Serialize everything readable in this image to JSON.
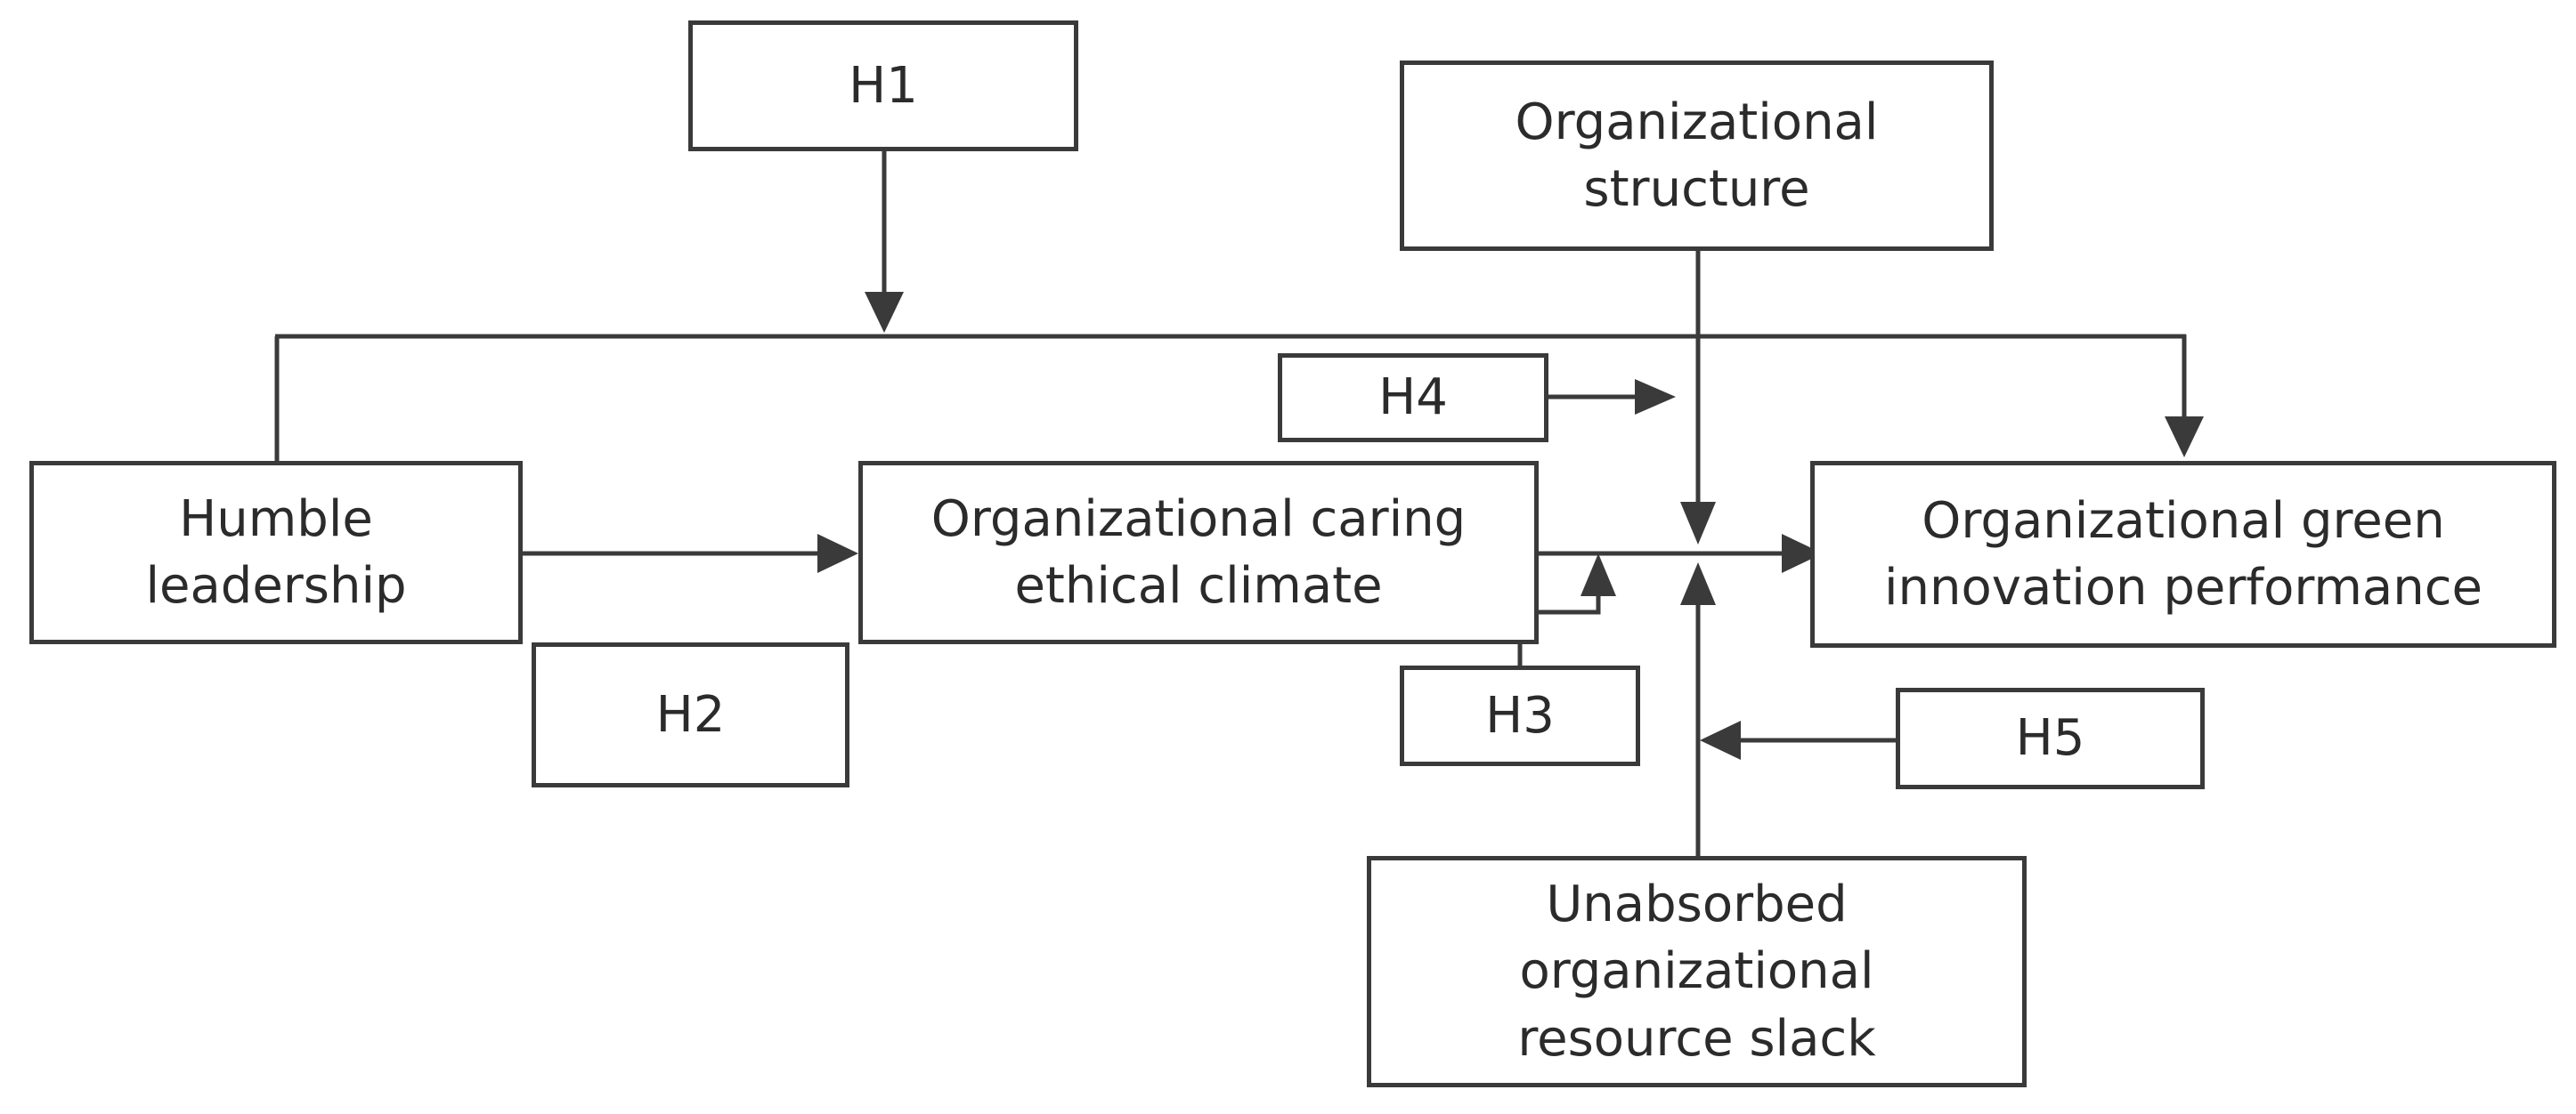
{
  "diagram": {
    "hypotheses": {
      "h1": "H1",
      "h2": "H2",
      "h3": "H3",
      "h4": "H4",
      "h5": "H5"
    },
    "nodes": {
      "humble_leadership": [
        "Humble",
        "leadership"
      ],
      "caring_ethical_climate": [
        "Organizational caring",
        "ethical climate"
      ],
      "green_innovation_performance": [
        "Organizational green",
        "innovation performance"
      ],
      "organizational_structure": [
        "Organizational",
        "structure"
      ],
      "resource_slack": [
        "Unabsorbed",
        "organizational",
        "resource slack"
      ]
    },
    "colors": {
      "line": "#3a3a3a",
      "text": "#2b2b2b",
      "background": "#ffffff"
    }
  }
}
